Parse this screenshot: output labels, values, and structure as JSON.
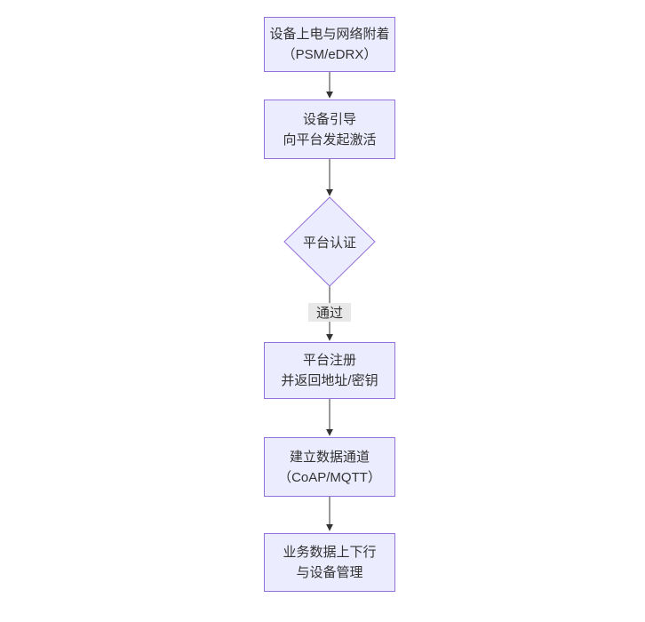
{
  "flowchart": {
    "nodes": {
      "power_attach": {
        "line1": "设备上电与网络附着",
        "line2": "（PSM/eDRX）"
      },
      "bootstrap": {
        "line1": "设备引导",
        "line2": "向平台发起激活"
      },
      "register": {
        "line1": "平台注册",
        "line2": "并返回地址/密钥"
      },
      "channel": {
        "line1": "建立数据通道",
        "line2": "（CoAP/MQTT）"
      },
      "business": {
        "line1": "业务数据上下行",
        "line2": "与设备管理"
      }
    },
    "decision": {
      "label": "平台认证"
    },
    "edge": {
      "pass_label": "通过"
    },
    "colors": {
      "node_fill": "#ECECFF",
      "node_border": "#9370DB",
      "arrow_line": "#333333",
      "text": "#333333",
      "edge_label_bg": "#e8e8e8",
      "background": "#ffffff"
    }
  }
}
